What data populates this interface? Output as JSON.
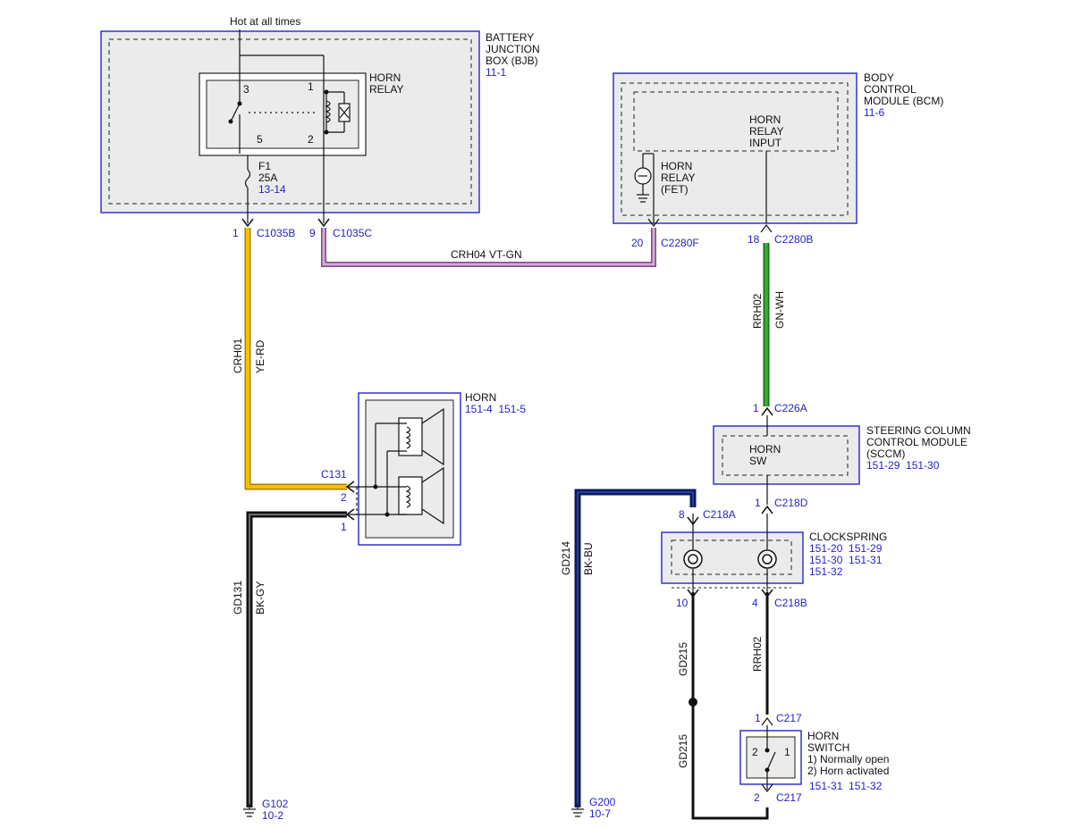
{
  "top_label": "Hot at all times",
  "bjb": {
    "name_lines": [
      "BATTERY",
      "JUNCTION",
      "BOX (BJB)"
    ],
    "ref": "11-1",
    "relay_label": [
      "HORN",
      "RELAY"
    ],
    "pins": {
      "p3": "3",
      "p1": "1",
      "p5": "5",
      "p2": "2"
    },
    "fuse": {
      "name": "F1",
      "rating": "25A",
      "ref": "13-14"
    }
  },
  "bcm": {
    "name_lines": [
      "BODY",
      "CONTROL",
      "MODULE (BCM)"
    ],
    "ref": "11-6",
    "input_label": [
      "HORN",
      "RELAY",
      "INPUT"
    ],
    "fet_label": [
      "HORN",
      "RELAY",
      "(FET)"
    ]
  },
  "connectors": {
    "c1035b": {
      "pin": "1",
      "name": "C1035B"
    },
    "c1035c": {
      "pin": "9",
      "name": "C1035C"
    },
    "c2280f": {
      "pin": "20",
      "name": "C2280F"
    },
    "c2280b": {
      "pin": "18",
      "name": "C2280B"
    },
    "c226a": {
      "pin": "1",
      "name": "C226A"
    },
    "c131": {
      "name": "C131",
      "pin_a": "2",
      "pin_b": "1"
    },
    "c218d": {
      "pin": "1",
      "name": "C218D"
    },
    "c218a": {
      "pin": "8",
      "name": "C218A"
    },
    "c218b_left": {
      "pin": "10"
    },
    "c218b": {
      "pin": "4",
      "name": "C218B"
    },
    "c217_top": {
      "pin": "1",
      "name": "C217"
    },
    "c217_bottom": {
      "pin": "2",
      "name": "C217"
    }
  },
  "wires": {
    "crh04": {
      "circuit": "CRH04",
      "color": "VT-GN",
      "hex": "#b07ab8"
    },
    "crh01": {
      "circuit": "CRH01",
      "color": "YE-RD",
      "hex": "#e8b800"
    },
    "rrh02_top": {
      "circuit": "RRH02",
      "color": "GN-WH",
      "hex": "#2e9a2e"
    },
    "gd131": {
      "circuit": "GD131",
      "color": "BK-GY",
      "hex": "#111111"
    },
    "gd214": {
      "circuit": "GD214",
      "color": "BK-BU",
      "hex": "#1a2a7a"
    },
    "gd215_a": {
      "circuit": "GD215"
    },
    "gd215_b": {
      "circuit": "GD215"
    },
    "rrh02_bottom": {
      "circuit": "RRH02"
    }
  },
  "horn": {
    "name": "HORN",
    "refs": "151-4  151-5"
  },
  "sccm": {
    "name_lines": [
      "STEERING COLUMN",
      "CONTROL MODULE",
      "(SCCM)"
    ],
    "refs": "151-29  151-30",
    "switch_label": [
      "HORN",
      "SW"
    ]
  },
  "clockspring": {
    "name": "CLOCKSPRING",
    "refs": [
      "151-20  151-29",
      "151-30  151-31",
      "151-32"
    ]
  },
  "horn_switch": {
    "name_lines": [
      "HORN",
      "SWITCH"
    ],
    "states": [
      "1) Normally open",
      "2) Horn activated"
    ],
    "refs": "151-31  151-32",
    "pin_left": "2",
    "pin_right": "1"
  },
  "grounds": {
    "g102": {
      "name": "G102",
      "ref": "10-2"
    },
    "g200": {
      "name": "G200",
      "ref": "10-7"
    }
  },
  "colors": {
    "module_border": "#3333cc",
    "ref_text": "#2323c8",
    "module_fill": "#ebebeb"
  }
}
